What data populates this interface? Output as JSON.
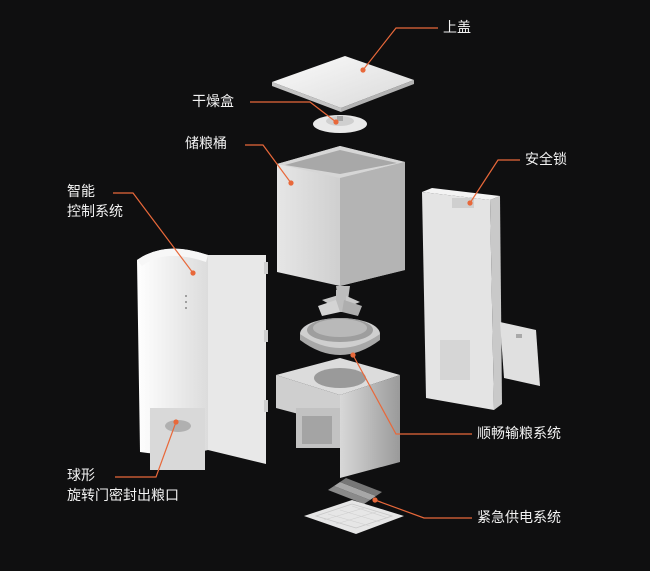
{
  "labels": {
    "lid": "上盖",
    "dry_box": "干燥盒",
    "grain_bucket": "储粮桶",
    "smart_control_line1": "智能",
    "smart_control_line2": "控制系统",
    "safety_lock": "安全锁",
    "smooth_feeding": "顺畅输粮系统",
    "spherical_line1": "球形",
    "spherical_line2": "旋转门密封出粮口",
    "emergency_power": "紧急供电系统"
  },
  "colors": {
    "background": "#0f0f10",
    "leader": "#e8683a",
    "dot": "#e8683a",
    "text": "#f2f2f2",
    "part_light": "#ececec",
    "part_mid": "#bdbdbd",
    "part_dark": "#8f8f8f"
  }
}
